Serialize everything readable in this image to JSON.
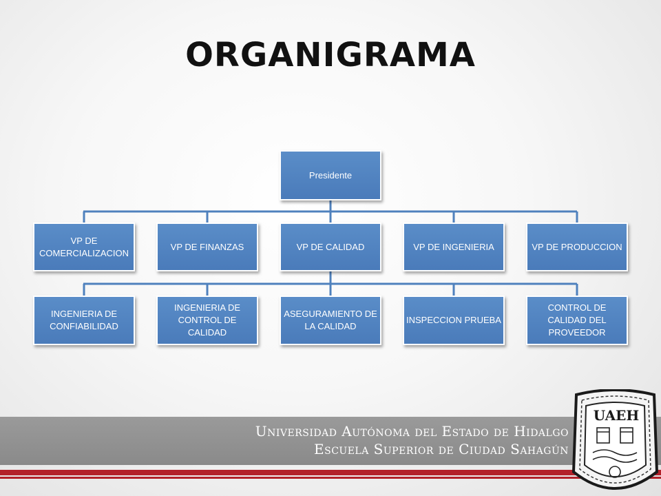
{
  "slide": {
    "title": "ORGANIGRAMA"
  },
  "org": {
    "root": {
      "label": "Presidente"
    },
    "vps": [
      {
        "label": "VP DE COMERCIALIZACION"
      },
      {
        "label": "VP DE FINANZAS"
      },
      {
        "label": "VP DE CALIDAD"
      },
      {
        "label": "VP DE INGENIERIA"
      },
      {
        "label": "VP DE PRODUCCION"
      }
    ],
    "quality_units": [
      {
        "label": "INGENIERIA DE CONFIABILIDAD"
      },
      {
        "label": "INGENIERIA DE CONTROL DE CALIDAD"
      },
      {
        "label": "ASEGURAMIENTO DE LA CALIDAD"
      },
      {
        "label": "INSPECCION PRUEBA"
      },
      {
        "label": "CONTROL DE CALIDAD DEL PROVEEDOR"
      }
    ]
  },
  "footer": {
    "university": "Universidad Autónoma del Estado de Hidalgo",
    "school": "Escuela Superior de Ciudad Sahagún",
    "seal_text": "UAEH"
  },
  "colors": {
    "node_fill": "#4f81bd",
    "connector": "#4f81bd",
    "band": "#8f8f8f",
    "accent_red": "#b3212a"
  }
}
